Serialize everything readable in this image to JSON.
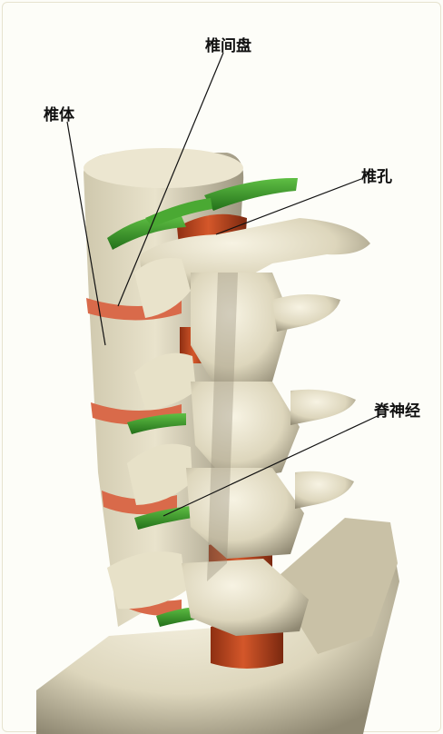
{
  "labels": {
    "intervertebral_disc": "椎间盘",
    "vertebral_body": "椎体",
    "vertebral_foramen": "椎孔",
    "spinal_nerve": "脊神经"
  },
  "colors": {
    "bone": "#e6e0c8",
    "bone_shadow": "#a69f86",
    "disc": "#d96a4a",
    "spinal_cord": "#c0491f",
    "nerve": "#3d9a2a"
  }
}
